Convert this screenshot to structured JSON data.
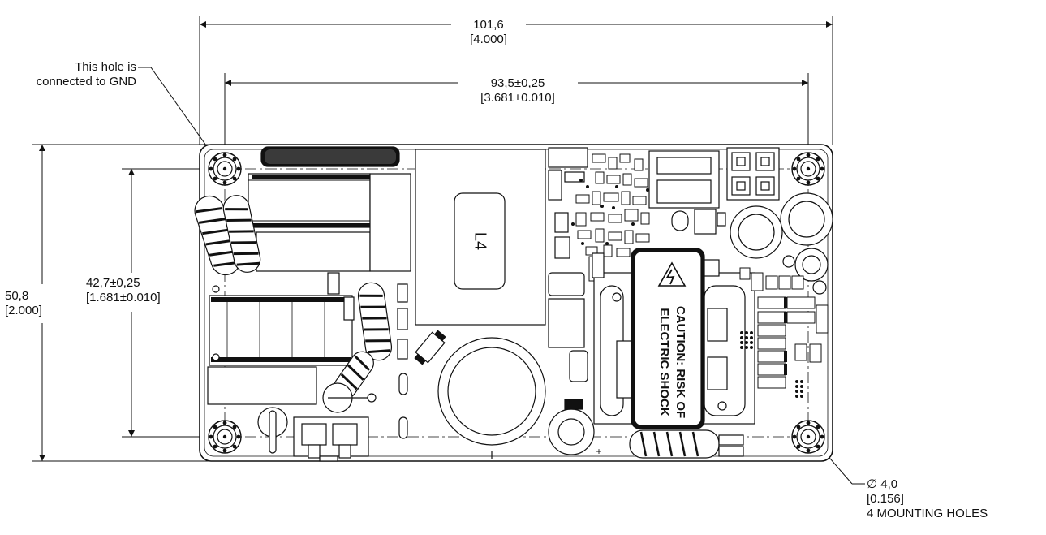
{
  "dimensions": {
    "overall_width": {
      "metric": "101,6",
      "imperial": "[4.000]"
    },
    "hole_spacing_x": {
      "metric": "93,5±0,25",
      "imperial": "[3.681±0.010]"
    },
    "overall_height": {
      "metric": "50,8",
      "imperial": "[2.000]"
    },
    "hole_spacing_y": {
      "metric": "42,7±0,25",
      "imperial": "[1.681±0.010]"
    },
    "hole_diameter": {
      "metric": "∅ 4,0",
      "imperial": "[0.156]",
      "note": "4 MOUNTING HOLES"
    }
  },
  "notes": {
    "gnd_hole_line1": "This hole is",
    "gnd_hole_line2": "connected to GND"
  },
  "board_markings": {
    "inductor_label": "L4",
    "warning_line1": "CAUTION: RISK OF",
    "warning_line2": "ELECTRIC SHOCK",
    "polarity_mark": "+"
  },
  "colors": {
    "line": "#111111",
    "board_fill": "#ffffff"
  }
}
